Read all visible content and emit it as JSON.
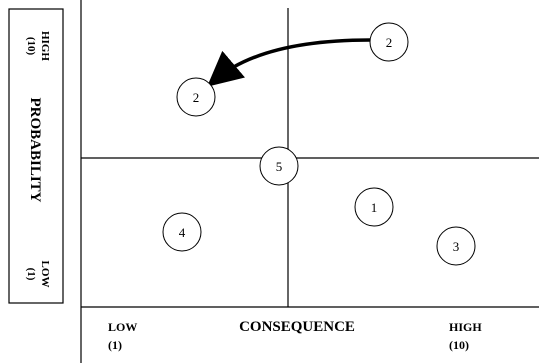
{
  "y_axis": {
    "title": "PROBABILITY",
    "high_label": "HIGH",
    "high_value": "(10)",
    "low_label": "LOW",
    "low_value": "(1)"
  },
  "x_axis": {
    "title": "CONSEQUENCE",
    "low_label": "LOW",
    "low_value": "(1)",
    "high_label": "HIGH",
    "high_value": "(10)"
  },
  "risks": [
    {
      "id": "risk-2-original",
      "label": "2"
    },
    {
      "id": "risk-2-moved",
      "label": "2"
    },
    {
      "id": "risk-5",
      "label": "5"
    },
    {
      "id": "risk-1",
      "label": "1"
    },
    {
      "id": "risk-4",
      "label": "4"
    },
    {
      "id": "risk-3",
      "label": "3"
    }
  ]
}
